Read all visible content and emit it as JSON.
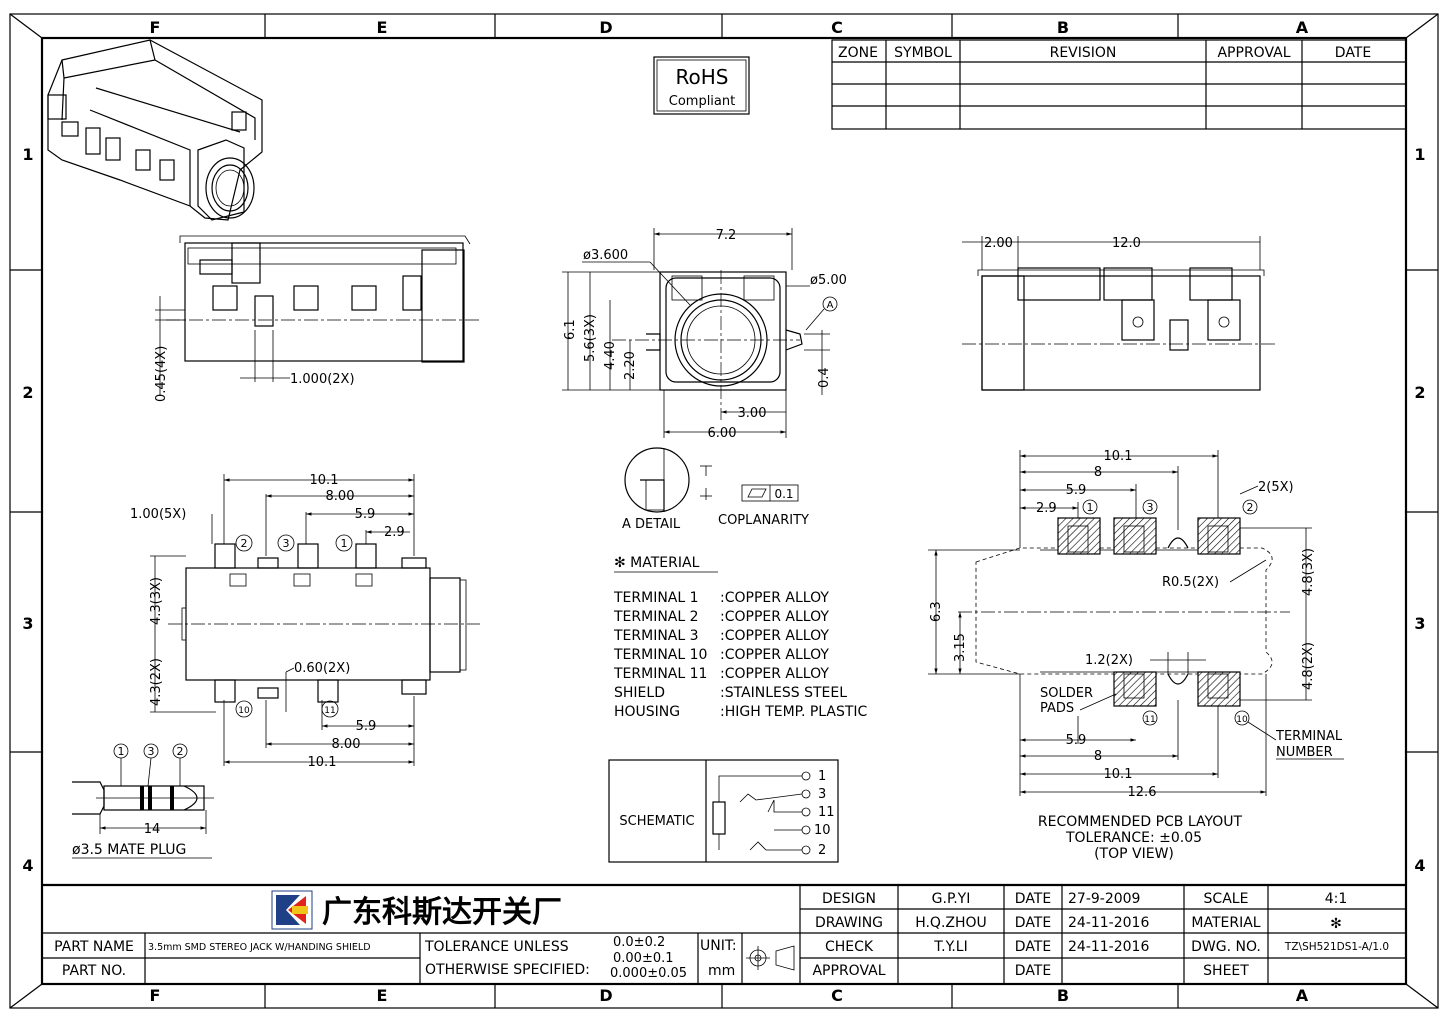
{
  "border": {
    "columns": [
      "F",
      "E",
      "D",
      "C",
      "B",
      "A"
    ],
    "rows": [
      "1",
      "2",
      "3",
      "4"
    ]
  },
  "rohs": {
    "line1": "RoHS",
    "line2": "Compliant"
  },
  "revision_table": {
    "headers": [
      "ZONE",
      "SYMBOL",
      "REVISION",
      "APPROVAL",
      "DATE"
    ]
  },
  "dims": {
    "side_pitch": "1.000(2X)",
    "side_height": "0.45(4X)",
    "front_width": "7.2",
    "front_d1": "ø3.600",
    "front_d2": "ø5.00",
    "front_h1": "6.1",
    "front_h2": "5.6(3X)",
    "front_h3": "4.40",
    "front_h4": "2.20",
    "front_gap": "0.4",
    "front_w2": "3.00",
    "front_w3": "6.00",
    "front_callout": "A",
    "right_d1": "2.00",
    "right_d2": "12.0",
    "top_w1": "10.1",
    "top_w2": "8.00",
    "top_w3": "5.9",
    "top_w4": "2.9",
    "top_pin_w": "1.00(5X)",
    "top_up": "4.3(3X)",
    "top_down": "4.3(2X)",
    "top_pin_gap": "0.60(2X)",
    "top_b1": "5.9",
    "top_b2": "8.00",
    "top_b3": "10.1",
    "plug_len": "14",
    "plug_label": "ø3.5 MATE PLUG",
    "pcb_w1": "10.1",
    "pcb_w2": "8",
    "pcb_w3": "5.9",
    "pcb_w4": "2.9",
    "pcb_pad": "2(5X)",
    "pcb_radius": "R0.5(2X)",
    "pcb_up": "4.8(3X)",
    "pcb_down": "4.8(2X)",
    "pcb_h1": "6.3",
    "pcb_h2": "3.15",
    "pcb_gap": "1.2(2X)",
    "pcb_b1": "5.9",
    "pcb_b2": "8",
    "pcb_b3": "10.1",
    "pcb_b4": "12.6"
  },
  "terminal_marks": [
    "1",
    "2",
    "3",
    "10",
    "11"
  ],
  "detail": {
    "label": "A DETAIL",
    "coplanarity_label": "COPLANARITY",
    "coplanarity_value": "0.1"
  },
  "material": {
    "heading": "✻ MATERIAL",
    "rows": [
      {
        "part": "TERMINAL  1",
        "value": ":COPPER  ALLOY"
      },
      {
        "part": "TERMINAL  2",
        "value": ":COPPER  ALLOY"
      },
      {
        "part": "TERMINAL  3",
        "value": ":COPPER  ALLOY"
      },
      {
        "part": "TERMINAL 10",
        "value": ":COPPER  ALLOY"
      },
      {
        "part": "TERMINAL 11",
        "value": ":COPPER  ALLOY"
      },
      {
        "part": "SHIELD",
        "value": ":STAINLESS  STEEL"
      },
      {
        "part": "HOUSING",
        "value": ":HIGH  TEMP.  PLASTIC"
      }
    ]
  },
  "schematic": {
    "label": "SCHEMATIC",
    "pins": [
      "1",
      "3",
      "11",
      "10",
      "2"
    ]
  },
  "pcb_labels": {
    "solder": "SOLDER",
    "pads": "PADS",
    "terminal": "TERMINAL",
    "number": "NUMBER",
    "caption1": "RECOMMENDED  PCB  LAYOUT",
    "caption2": "TOLERANCE: ±0.05",
    "caption3": "(TOP  VIEW)"
  },
  "title_block": {
    "company": "广东科斯达开关厂",
    "part_name_label": "PART NAME",
    "part_name": "3.5mm  SMD  STEREO  JACK  W/HANDING  SHIELD",
    "part_no_label": "PART NO.",
    "part_no": "",
    "tol_line1": "TOLERANCE  UNLESS",
    "tol_line2": "OTHERWISE  SPECIFIED:",
    "tol_v1": "0.0±0.2",
    "tol_v2": "0.00±0.1",
    "tol_v3": "0.000±0.05",
    "unit_label": "UNIT:",
    "unit": "mm",
    "labels": [
      "DESIGN",
      "DRAWING",
      "CHECK",
      "APPROVAL"
    ],
    "people": [
      "G.P.YI",
      "H.Q.ZHOU",
      "T.Y.LI",
      ""
    ],
    "date_label": "DATE",
    "dates": [
      "27-9-2009",
      "24-11-2016",
      "24-11-2016",
      ""
    ],
    "right_labels": [
      "SCALE",
      "MATERIAL",
      "DWG. NO.",
      "SHEET"
    ],
    "right_values": [
      "4:1",
      "✻",
      "TZ\\SH521DS1-A/1.0",
      ""
    ]
  }
}
